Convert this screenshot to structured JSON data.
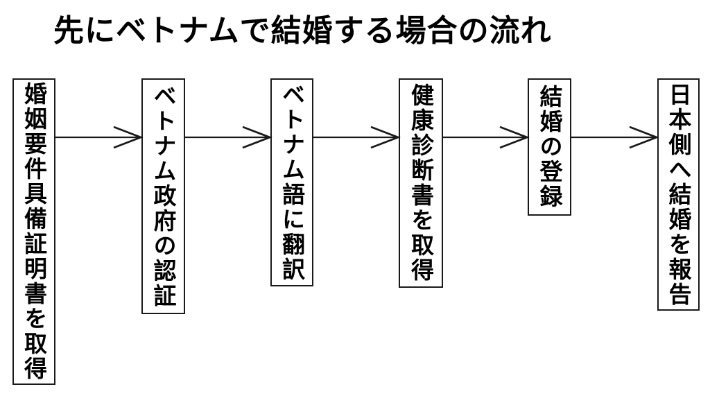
{
  "title": "先にベトナムで結婚する場合の流れ",
  "flow": {
    "direction": "left-to-right",
    "connector": "open-right-arrow",
    "steps": [
      {
        "label": "婚姻要件具備証明書を取得"
      },
      {
        "label": "ベトナム政府の認証"
      },
      {
        "label": "ベトナム語に翻訳"
      },
      {
        "label": "健康診断書を取得"
      },
      {
        "label": "結婚の登録"
      },
      {
        "label": "日本側へ結婚を報告"
      }
    ]
  },
  "colors": {
    "background": "#ffffff",
    "line": "#1a1a1a",
    "text": "#000000"
  }
}
